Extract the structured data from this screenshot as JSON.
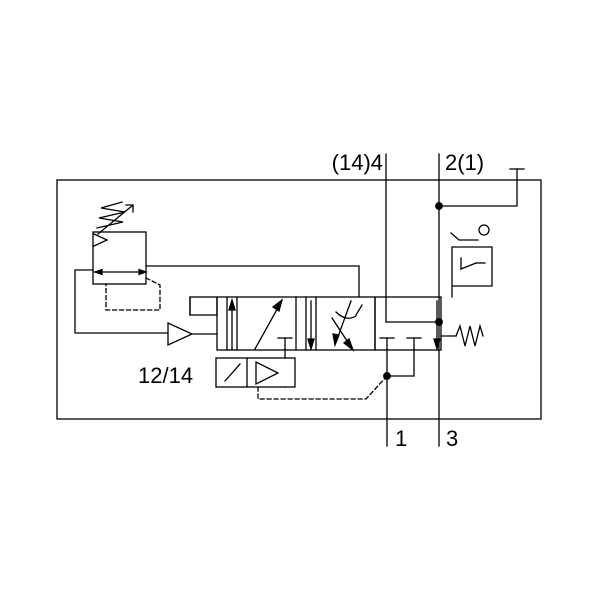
{
  "ports": {
    "port_4": "(14)4",
    "port_2": "2(1)",
    "port_1": "1",
    "port_3": "3"
  },
  "solenoid_label": "12/14",
  "colors": {
    "line": "#000000",
    "background": "#ffffff"
  }
}
